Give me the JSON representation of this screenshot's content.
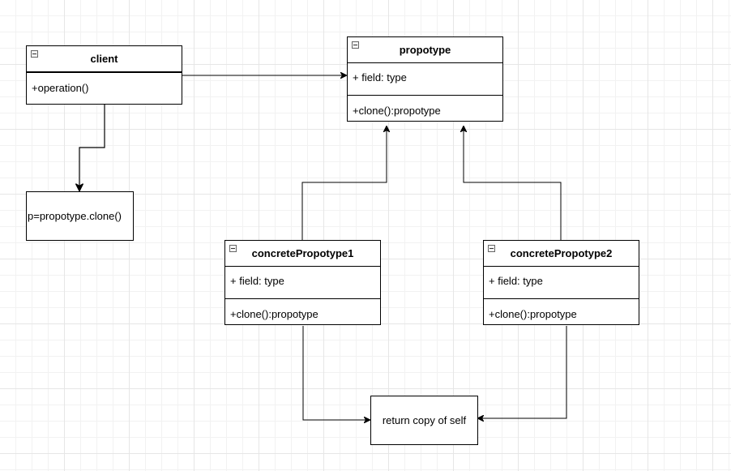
{
  "diagram": {
    "classes": {
      "client": {
        "name": "client",
        "methods": [
          "+operation()"
        ]
      },
      "propotype": {
        "name": "propotype",
        "fields": [
          "+ field: type"
        ],
        "methods": [
          "+clone():propotype"
        ]
      },
      "concrete1": {
        "name": "concretePropotype1",
        "fields": [
          "+ field: type"
        ],
        "methods": [
          "+clone():propotype"
        ]
      },
      "concrete2": {
        "name": "concretePropotype2",
        "fields": [
          "+ field: type"
        ],
        "methods": [
          "+clone():propotype"
        ]
      }
    },
    "notes": {
      "clone_call": "p=propotype.clone()",
      "return_copy": "return copy of self"
    },
    "colors": {
      "line": "#000000",
      "background": "#ffffff",
      "grid": "#e6e6e6"
    },
    "icons": {
      "class_header": "collapse-minus-icon"
    }
  }
}
